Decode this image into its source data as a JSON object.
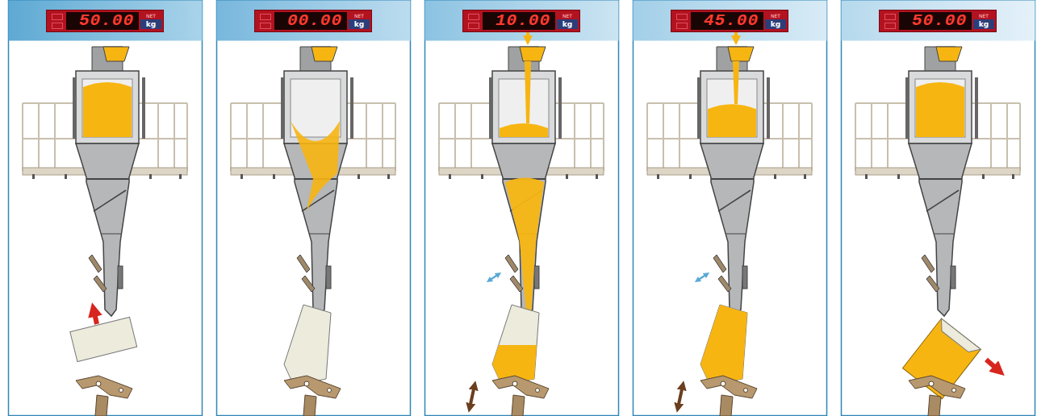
{
  "diagram": {
    "nodes": [
      {
        "text": [
          "50.00",
          "NET",
          "kg"
        ]
      },
      {
        "text": [
          "00.00",
          "NET",
          "kg"
        ]
      },
      {
        "text": [
          "10.00",
          "NET",
          "kg"
        ]
      },
      {
        "text": [
          "45.00",
          "NET",
          "kg"
        ]
      },
      {
        "text": [
          "50.00",
          "NET",
          "kg"
        ]
      }
    ]
  }
}
